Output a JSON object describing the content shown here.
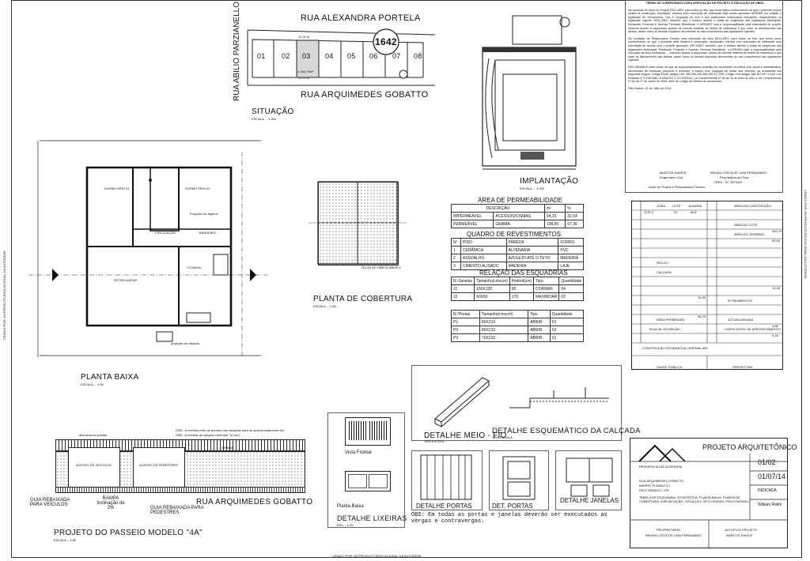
{
  "situacao": {
    "street_top": "RUA ALEXANDRA PORTELA",
    "street_bottom": "RUA ARQUIMEDES GOBATTO",
    "street_left": "RUA ABILIO PARZIANELLO",
    "lots": [
      "01",
      "02",
      "03",
      "04",
      "05",
      "06",
      "07",
      "08"
    ],
    "block_number": "1642",
    "dim_top": "11,01 m",
    "dim_area": "A 264,79m²",
    "dim_bottom": "11,51 m",
    "title": "SITUAÇÃO",
    "scale": "ESCALA ....1:500"
  },
  "implantacao": {
    "title": "IMPLANTAÇÃO",
    "scale": "ESCALA ....1:200"
  },
  "planta_baixa": {
    "title": "PLANTA BAIXA",
    "scale": "ESCALA ....1:50",
    "rooms": [
      "DORMITÓRIO 01",
      "DORMITÓRIO 02",
      "CIRCULAÇÃO",
      "BANHEIRO",
      "ESTAR/JANTAR",
      "COZINHA"
    ],
    "note": "Projeção do algeroz",
    "calc": "projeção da calçada"
  },
  "cobertura": {
    "title": "PLANTA DE COBERTURA",
    "scale": "ESCALA ....1:50",
    "note": "TELHA DE FIBROCIMENTO"
  },
  "termo": {
    "title": "TERMO DE COMPROMISSO PARA APROVAÇÃO DE PROJETO E EXECUÇÃO DE OBRA",
    "p1": "Na condição de Autor do Projeto DECLARO, para todos os fins, que tenho pleno conhecimento de que o presente projeto relativo à construção, ampliação, reforma e/ou conclusão de edificação está sendo aprovado APENAS em relação à legislação de Zoneamento, Uso e Ocupação do solo e aos parâmetros urbanísticos relevantes, estabelecidos na legislação vigente. DECLARO, também, que o mesmo atende a todas as exigências das legislações Municipais, Estaduais, Federais e Normas Técnicas Brasileiras, e ASSUMO toda a responsabilidade pela elaboração do projeto, inclusive quanto à segurança, quanto às normas relativas ao direito de vizinhança e que inclui os alinhamentos das divisas, assim como os demais requisitos decorrentes do não cumprimento das legislações vigentes.",
    "p2": "Na condição de Responsável Técnico pela execução da obra DECLARO, para todos os fins, que tenho pleno conhecimento de que o presente obra relativa à construção, ampliação, reforma e/ou conclusão de edificação será executada de acordo com o projeto aprovado. DECLARO, também, que o mesmo atende a todas as exigências das legislações Municipais, Estaduais, Federais e Normas Técnicas Brasileiras, e ASSUMO toda a responsabilidade pela execução da obra contratada, ... inclusive quanto à segurança, quanto às normas relativas ao direito de vizinhança e que inclui os alinhamentos das divisas, assim como os demais requisitos decorrentes do não cumprimento das legislações vigentes.",
    "p3": "DECLARAMOS estar ciente de que as responsabilidades poderão ser cumuladas na esfera civil, penal e administrativa, decorrentes de eventuais prejuízos a terceiros, a estado e/ou cônjuges de posse dos mesmos, os constantes nos seguintes artigos: Código Penal, artigos 184, 250,254,255,256,299,317,333, Código Civil artigos 186,187,927 e 618; Leis Federais nº 5.194/1966, 6.496/1977 e 12.378/2010, Lei Complementar nº 46 de 26 de Maio de 2011 e Lei Complementar nº 28, de 27 de Junho de 2008, além do Código de Defesa do consumidor.",
    "place_date": "Pato Branco, 01 de Julho de 2014.",
    "sig1_name": "MARCOS RAMOS",
    "sig1_role": "Engenheiro Civil",
    "sig1_extra": "Autor do Projeto e Responsável Técnico",
    "sig2_name": "BRUNA COSTA DE LIMA FERNANDES",
    "sig2_role": "Proprietária da Obra",
    "sig2_extra": "CREA - SC 38731/D"
  },
  "permeabilidade": {
    "title": "ÁREA DE PERMEABILIDADE",
    "headers": [
      "DESCRIÇÃO",
      "m²",
      "%"
    ],
    "rows": [
      [
        "IMPERMEÁVEL",
        "ACESSOS/CISMAS",
        "94,23",
        "32,64"
      ],
      [
        "PERMEÁVEL",
        "GRAMA",
        "198,56",
        "67,36"
      ]
    ]
  },
  "revestimentos": {
    "title": "QUADRO DE REVESTIMENTOS",
    "headers": [
      "Nº",
      "PISO",
      "PAREDE",
      "FORRO"
    ],
    "rows": [
      [
        "1",
        "CERÂMICA",
        "ALVENARIA",
        "PVC"
      ],
      [
        "2",
        "ASSOALHO",
        "AZULEJO ATÉ O TETO",
        "MADEIRA"
      ],
      [
        "3",
        "CIMENTO ALISADO",
        "MADEIRA",
        "LAJE"
      ]
    ]
  },
  "esquadrias": {
    "title": "RELAÇÃO DAS ESQUADRIAS",
    "j_headers": [
      "N.ºJanelas",
      "Tamanho(cmxcm)",
      "Peitoril(cm)",
      "Tipo",
      "Quantidade"
    ],
    "j_rows": [
      [
        "J1",
        "150X120",
        "90",
        "CORRER",
        "04"
      ],
      [
        "J2",
        "60X60",
        "170",
        "MAXIMOAR",
        "02"
      ]
    ],
    "p_headers": [
      "N.ºPortas",
      "Tamanho(cmxcm)",
      "Tipo",
      "Quantidade"
    ],
    "p_rows": [
      [
        "P1",
        "80X210",
        "ABRIR",
        "01"
      ],
      [
        "P2",
        "80X210",
        "ABRIR",
        "02"
      ],
      [
        "P3",
        "70X210",
        "ABRIR",
        "01"
      ]
    ]
  },
  "estatistica": {
    "row_labels": [
      "ZONA",
      "LOTE",
      "QUADRA",
      "ÁREA DO LOTE",
      "ÁREA DO TERRENO",
      "ÁREA DA CONSTRUÇÃO",
      "TAXA DE OCUPAÇÃO",
      "COEFICIENTE DE APROVEITAMENTO",
      "RECUO",
      "CALÇADA",
      "ÁREA PERMEÁVEL",
      "Nº PAVIMENTOS",
      "ALTURA MÁXIMA"
    ],
    "values": [
      "ZCR-2",
      "03",
      "1642",
      "264,79",
      "83,00",
      "14,00",
      "19,00",
      "4,00",
      "0,18",
      "98,20"
    ],
    "footer": [
      "CONSTRUÇÃO RESIDENCIAL UNIFAMILIAR",
      "SAÚDE PÚBLICA",
      "PREFEITURA"
    ]
  },
  "detalhes": {
    "meio_fio": "DETALHE MEIO - FIO",
    "meio_fio_scale": "SEM ESCALA",
    "calcada": "DETALHE ESQUEMÁTICO DA CALÇADA",
    "calcada_scale": "SEM ESCALA",
    "lixeiras": "DETALHE LIXEIRAS",
    "lixeiras_scale": "ESC....1:25",
    "vista_frontal": "Vista Frontal",
    "planta_baixa": "Planta Baixa",
    "portas": "DETALHE PORTAS",
    "portas2": "DET. PORTAS",
    "janelas": "DETALHE JANELAS",
    "obs": "OBS: Em todas as portas e janelas deverão ser executados as vergas e contravergas."
  },
  "passeio": {
    "title": "PROJETO DO PASSEIO MODELO \"4A\"",
    "scale": "ESCALA....1:50",
    "street": "RUA ARQUIMEDES GOBATTO",
    "obs1": "OBS.: A medida entre as árvores das calçadas será de aproximadamente 8m.",
    "obs2": "OBS.: A medida da calçada conforme \"in loco\"",
    "guia_veiculos": "GUIA REBAIXADA PARA VEÍCULOS",
    "rampa": "RAMPA Inclinação de 2%",
    "guia_pedestres": "GUIA REBAIXADA PARA PEDESTRES",
    "acesso_veiculos": "ACESSO DE VEÍCULOS",
    "acesso_pedestres": "ACESSO DE PEDESTRES",
    "grama": "GRAMA",
    "alinhamento": "alinhamento predial"
  },
  "carimbo": {
    "title": "PROJETO ARQUITETÔNICO",
    "obra": "RESIDÊNCIA EM ALVENARIA",
    "address1": "RUA ARQUIMEDES GOBATTO",
    "address2": "BAIRRO PLANALTO I",
    "address3": "PATO BRANCO - PR",
    "contents": "TABELA DE ESQUADRIA, ESTATÍSTICA, PLANTA BAIXA, PLANTA DE COBERTURA, IMPLANTAÇÃO, SITUAÇÃO, DET.LIXEIRAS, PROJ.PASSEIO.",
    "sheet": "01/02",
    "date": "01/07/14",
    "scale": "INDICADA",
    "drawn": "William Rolim",
    "owner_label": "PROPRIETÁRIO",
    "owner": "BRUNA COSTA DE LIMA FERNANDES",
    "author_label": "AUTOR DO PROJETO",
    "author": "MARCOS RAMOS"
  },
  "border_text": "CRIADO POR UM PRODUTO EDUCACIONAL DA AUTODESK"
}
